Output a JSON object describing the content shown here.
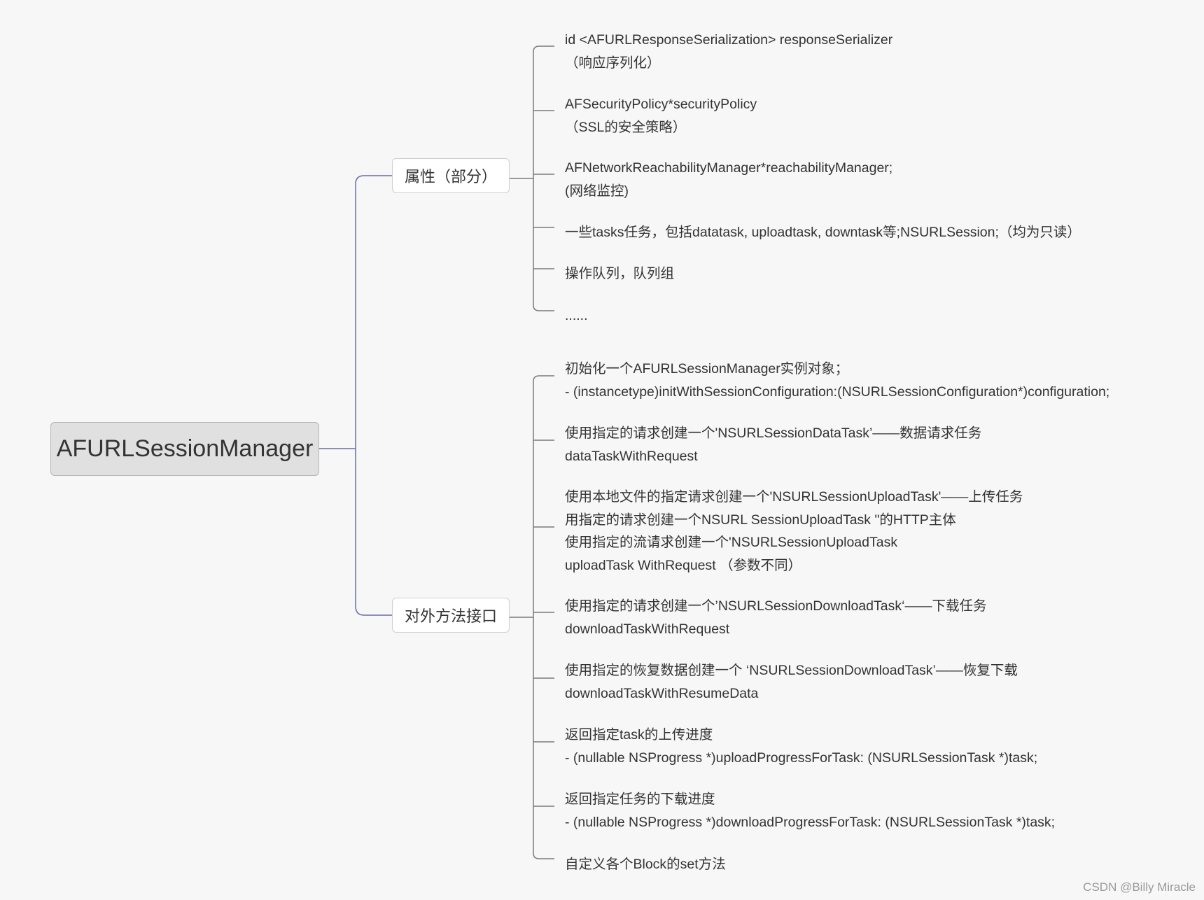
{
  "root": {
    "label": "AFURLSessionManager"
  },
  "branches": [
    {
      "label": "属性（部分）",
      "children": [
        {
          "lines": [
            "id <AFURLResponseSerialization> responseSerializer",
            "（响应序列化）"
          ]
        },
        {
          "lines": [
            "AFSecurityPolicy*securityPolicy",
            "（SSL的安全策略）"
          ]
        },
        {
          "lines": [
            "AFNetworkReachabilityManager*reachabilityManager;",
            "(网络监控)"
          ]
        },
        {
          "lines": [
            "一些tasks任务，包括datatask, uploadtask, downtask等;NSURLSession;（均为只读）"
          ]
        },
        {
          "lines": [
            "操作队列，队列组"
          ]
        },
        {
          "lines": [
            "......"
          ]
        }
      ]
    },
    {
      "label": "对外方法接口",
      "children": [
        {
          "lines": [
            "初始化一个AFURLSessionManager实例对象；",
            "- (instancetype)initWithSessionConfiguration:(NSURLSessionConfiguration*)configuration;"
          ]
        },
        {
          "lines": [
            "使用指定的请求创建一个'NSURLSessionDataTask’——数据请求任务",
            "dataTaskWithRequest"
          ]
        },
        {
          "lines": [
            "使用本地文件的指定请求创建一个'NSURLSessionUploadTask'——上传任务",
            "用指定的请求创建一个NSURL SessionUploadTask \"的HTTP主体",
            "使用指定的流请求创建一个'NSURLSessionUploadTask",
            "uploadTask WithRequest （参数不同）"
          ]
        },
        {
          "lines": [
            "使用指定的请求创建一个’NSURLSessionDownloadTask‘——下载任务",
            "downloadTaskWithRequest"
          ]
        },
        {
          "lines": [
            "使用指定的恢复数据创建一个 ‘NSURLSessionDownloadTask’——恢复下载",
            "downloadTaskWithResumeData"
          ]
        },
        {
          "lines": [
            "返回指定task的上传进度",
            "- (nullable NSProgress *)uploadProgressForTask: (NSURLSessionTask *)task;"
          ]
        },
        {
          "lines": [
            "返回指定任务的下载进度",
            "- (nullable NSProgress *)downloadProgressForTask: (NSURLSessionTask *)task;"
          ]
        },
        {
          "lines": [
            "自定义各个Block的set方法"
          ]
        }
      ]
    }
  ],
  "watermark": "CSDN @Billy Miracle",
  "colors": {
    "root_link": "#6b6ba8",
    "leaf_link": "#7a7a7a"
  }
}
